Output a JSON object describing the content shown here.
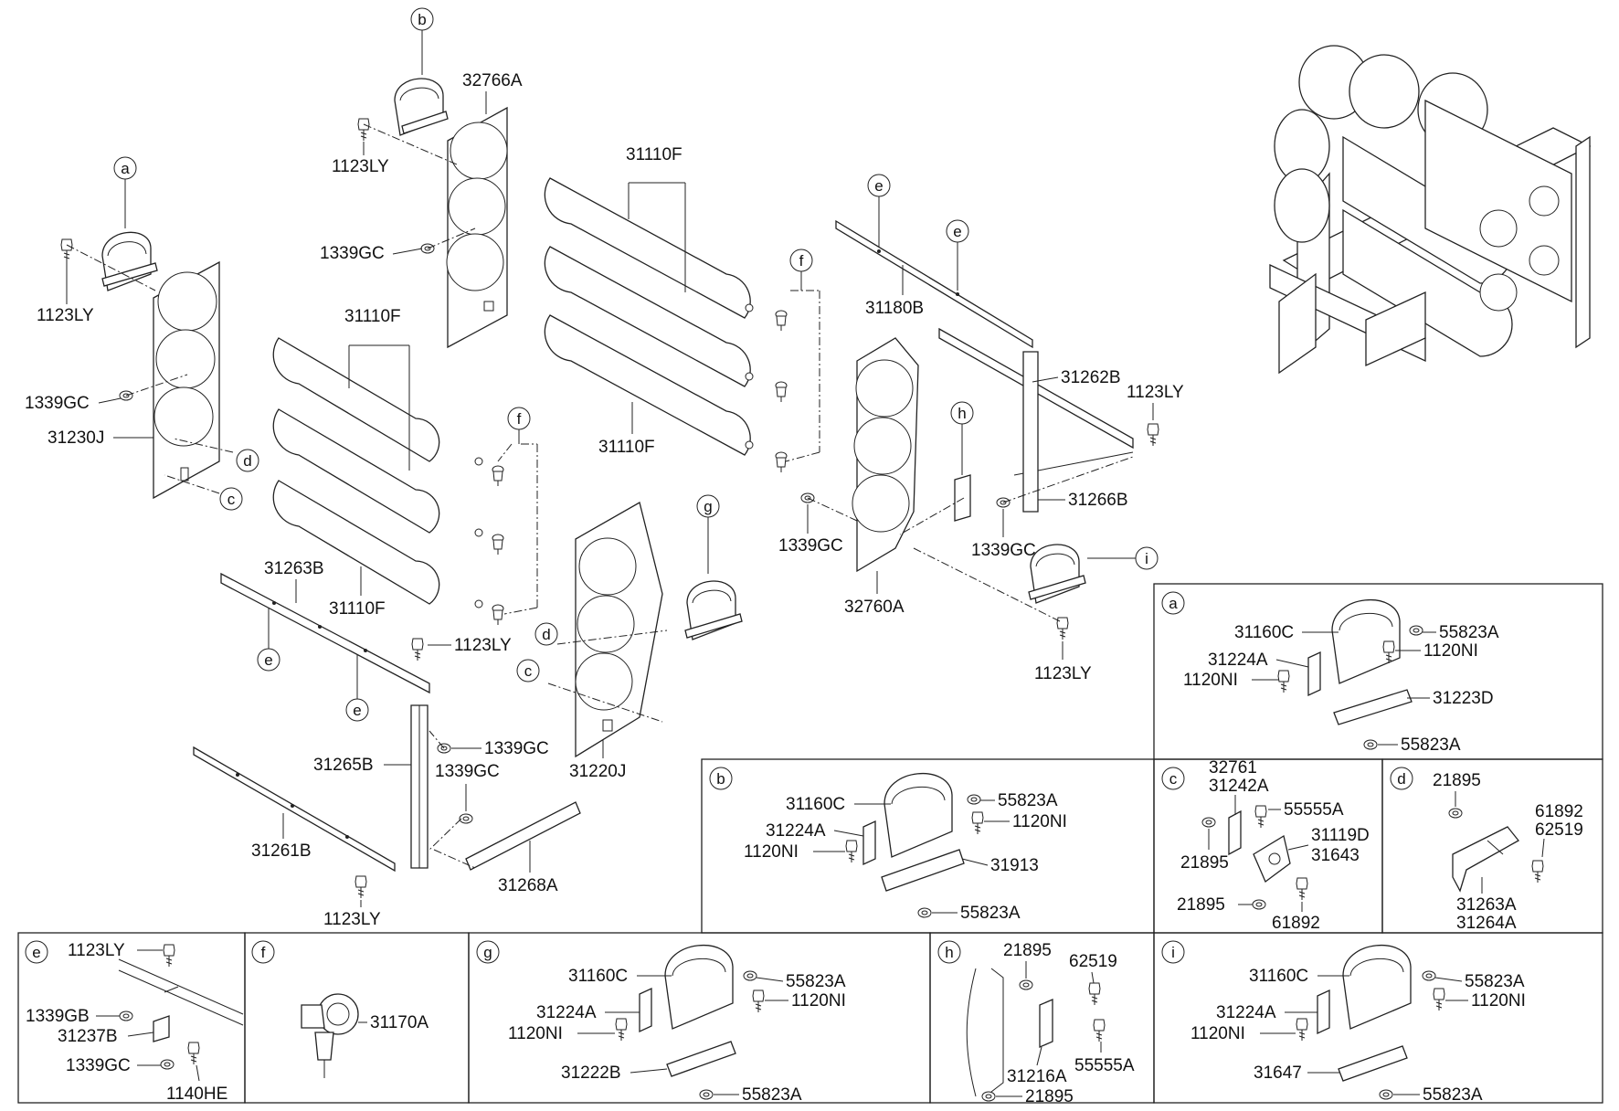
{
  "callouts": {
    "a1": "a",
    "b1": "b",
    "c1": "c",
    "d1": "d",
    "c2": "c",
    "d2": "d",
    "e1": "e",
    "e2": "e",
    "e3": "e",
    "e4": "e",
    "f1": "f",
    "f2": "f",
    "g1": "g",
    "h1": "h",
    "i1": "i"
  },
  "labels": {
    "p32766A": "32766A",
    "p1123LY_1": "1123LY",
    "p1339GC_1": "1339GC",
    "p1123LY_2": "1123LY",
    "p1339GC_2": "1339GC",
    "p31230J": "31230J",
    "p31110F_1": "31110F",
    "p31110F_2": "31110F",
    "p31110F_3": "31110F",
    "p31110F_4": "31110F",
    "p31263B": "31263B",
    "p1123LY_3": "1123LY",
    "p1339GC_3": "1339GC",
    "p31265B": "31265B",
    "p1339GC_4": "1339GC",
    "p31261B": "31261B",
    "p1123LY_4": "1123LY",
    "p31268A": "31268A",
    "p31220J": "31220J",
    "p31180B": "31180B",
    "p31262B": "31262B",
    "p1123LY_5": "1123LY",
    "p31266B": "31266B",
    "p1339GC_5": "1339GC",
    "p1339GC_6": "1339GC",
    "p32760A": "32760A",
    "p1123LY_6": "1123LY"
  },
  "panels": {
    "a": {
      "letter": "a",
      "labels": [
        "31160C",
        "55823A",
        "31224A",
        "1120NI",
        "1120NI",
        "31223D",
        "55823A"
      ]
    },
    "b": {
      "letter": "b",
      "labels": [
        "31160C",
        "55823A",
        "31224A",
        "1120NI",
        "1120NI",
        "31913",
        "55823A"
      ]
    },
    "c": {
      "letter": "c",
      "labels": [
        "32761",
        "31242A",
        "55555A",
        "31119D",
        "31643",
        "21895",
        "21895",
        "61892"
      ]
    },
    "d": {
      "letter": "d",
      "labels": [
        "21895",
        "61892",
        "62519",
        "31263A",
        "31264A"
      ]
    },
    "e": {
      "letter": "e",
      "labels": [
        "1123LY",
        "1339GB",
        "31237B",
        "1339GC",
        "1140HE"
      ]
    },
    "f": {
      "letter": "f",
      "labels": [
        "31170A"
      ]
    },
    "g": {
      "letter": "g",
      "labels": [
        "31160C",
        "55823A",
        "31224A",
        "1120NI",
        "1120NI",
        "31222B",
        "55823A"
      ]
    },
    "h": {
      "letter": "h",
      "labels": [
        "21895",
        "62519",
        "31216A",
        "55555A",
        "21895"
      ]
    },
    "i": {
      "letter": "i",
      "labels": [
        "31160C",
        "55823A",
        "31224A",
        "1120NI",
        "1120NI",
        "31647",
        "55823A"
      ]
    }
  }
}
